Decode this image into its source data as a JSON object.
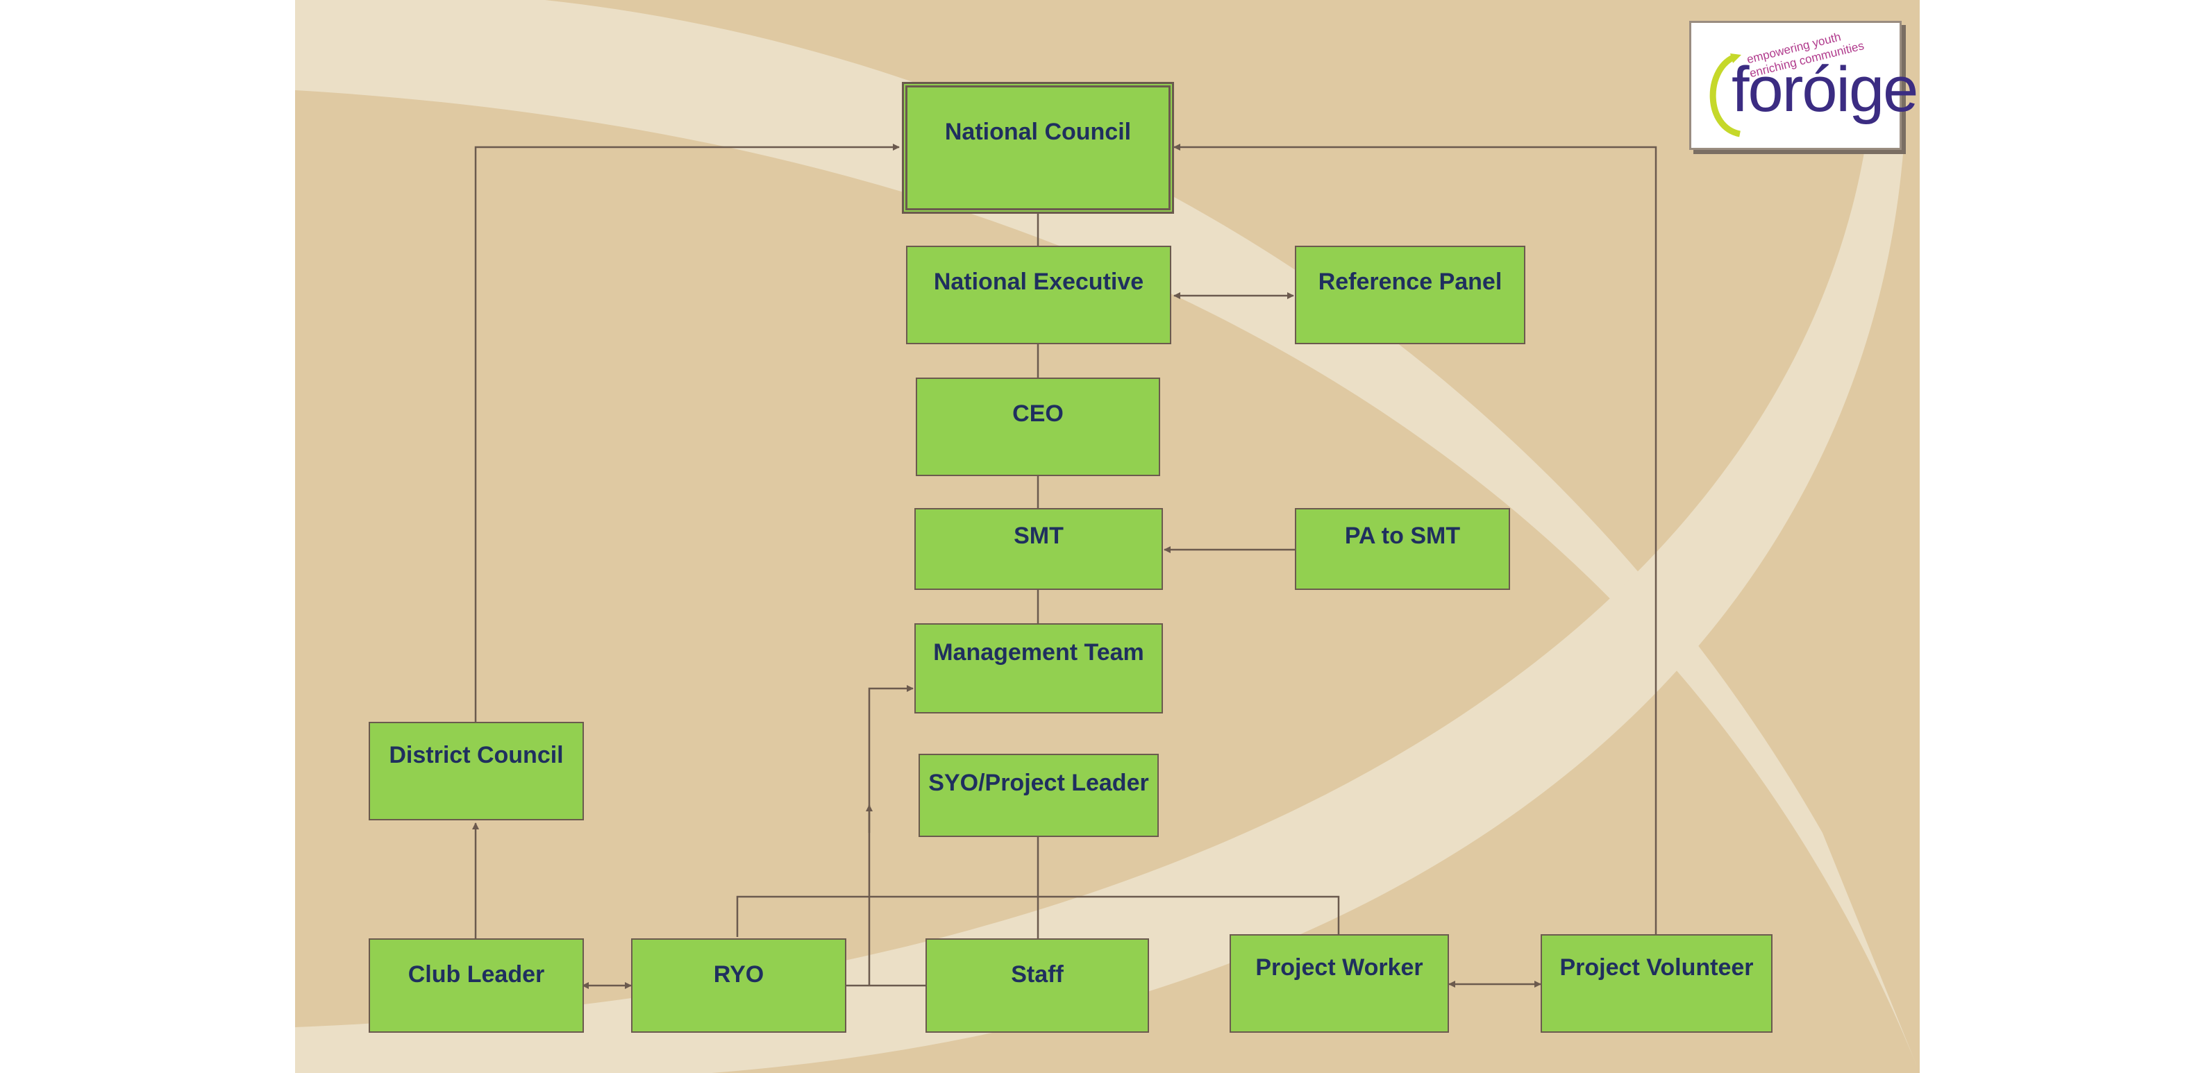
{
  "logo": {
    "word": "foróige",
    "tagline_1": "empowering youth",
    "tagline_2": "enriching communities",
    "word_color": "#3b2c82",
    "tagline_color": "#b03a8c",
    "swoosh_color": "#c5d82a"
  },
  "colors": {
    "background": "#dfc9a2",
    "box_fill": "#92d050",
    "box_text": "#1f2f5f",
    "connector": "#6b5a4e"
  },
  "nodes": {
    "national_council": "National Council",
    "national_executive": "National Executive",
    "reference_panel": "Reference Panel",
    "ceo": "CEO",
    "smt": "SMT",
    "pa_to_smt": "PA to SMT",
    "management_team": "Management Team",
    "syo_project_leader": "SYO/Project Leader",
    "district_council": "District Council",
    "club_leader": "Club Leader",
    "ryo": "RYO",
    "staff": "Staff",
    "project_worker": "Project Worker",
    "project_volunteer": "Project Volunteer"
  }
}
